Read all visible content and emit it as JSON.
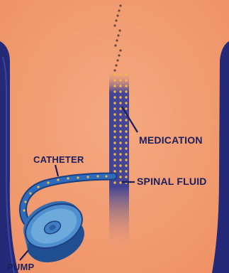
{
  "diagram": {
    "labels": {
      "medication": "MEDICATION",
      "catheter": "CATHETER",
      "spinal_fluid": "SPINAL FLUID",
      "pump": "PUMP"
    },
    "colors": {
      "skin": "#f3a07a",
      "skin_edge": "#ef9266",
      "torso_outline": "#242a78",
      "spinal_fluid_top": "#3a3f96",
      "spinal_fluid_bottom": "#f0a07c",
      "medication_dots": "#f0b848",
      "catheter": "#1f5fb0",
      "pump_body": "#3f7fc2",
      "pump_top": "#6ea9dc",
      "label_text": "#1b1f5e"
    }
  }
}
